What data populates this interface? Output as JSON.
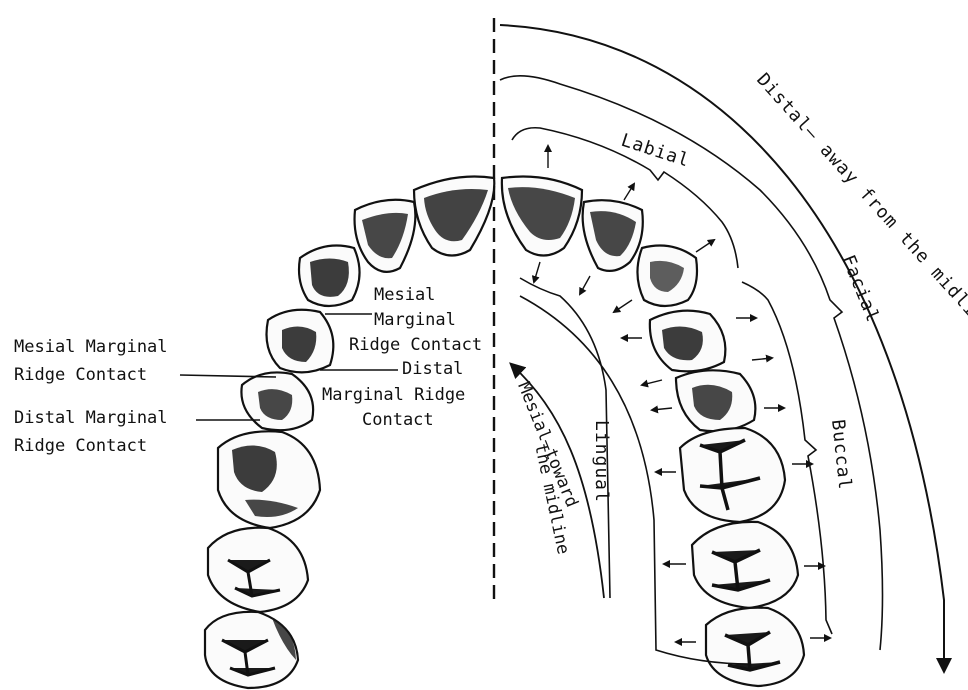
{
  "labels": {
    "mesial_marginal_ridge_contact_left_line1": "Mesial Marginal",
    "mesial_marginal_ridge_contact_left_line2": "Ridge Contact",
    "distal_marginal_ridge_contact_left_line1": "Distal Marginal",
    "distal_marginal_ridge_contact_left_line2": "Ridge Contact",
    "mesial_center_line1": "Mesial",
    "mesial_center_line2": "Marginal",
    "mesial_center_line3": "Ridge Contact",
    "distal_center_line1": "Distal",
    "distal_center_line2": "Marginal Ridge",
    "distal_center_line3": "Contact",
    "labial": "Labial",
    "lingual": "Lingual",
    "facial": "Facial",
    "buccal": "Buccal",
    "mesial_toward_line1": "Mesial—toward",
    "mesial_toward_line2": "the midline",
    "distal_away": "Distal— away from the midline"
  }
}
